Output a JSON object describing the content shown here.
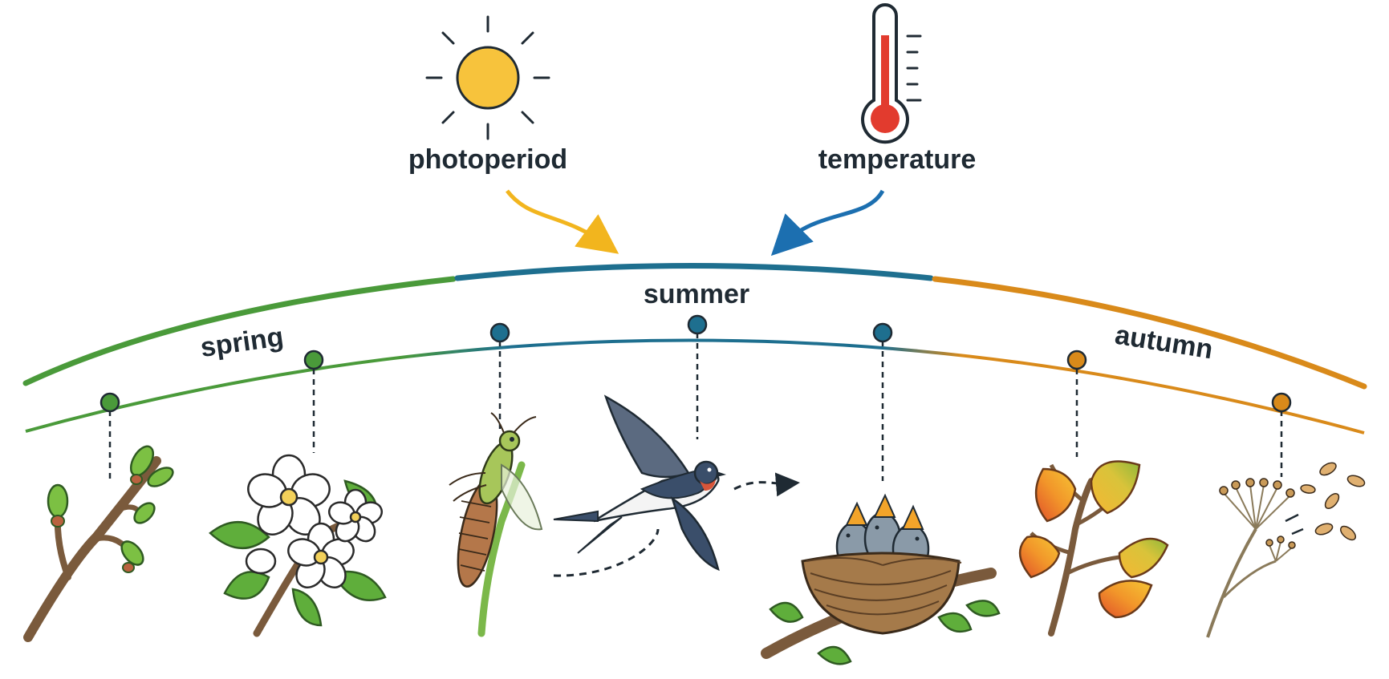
{
  "drivers": {
    "photoperiod": "photoperiod",
    "temperature": "temperature"
  },
  "seasons": {
    "spring": "spring",
    "summer": "summer",
    "autumn": "autumn"
  },
  "colors": {
    "spring": "#4a9a3a",
    "summer": "#1e6f8f",
    "autumn": "#d98a1a",
    "sun": "#f7c33c",
    "thermo_red": "#e23b2e",
    "arrow_photo": "#f2b51e",
    "arrow_temp": "#1c6fb0",
    "ink": "#1f2a33"
  },
  "icons": {
    "sun": "sun-icon",
    "thermometer": "thermometer-icon",
    "budding_branch": "budding-branch-icon",
    "blossom": "blossom-icon",
    "emerging_insect": "emerging-insect-icon",
    "swallow": "swallow-icon",
    "nest": "nest-with-chicks-icon",
    "autumn_leaves": "autumn-leaves-icon",
    "seed_head": "seed-head-icon"
  },
  "events": [
    {
      "id": "bud-burst",
      "season": "spring",
      "icon": "budding-branch-icon"
    },
    {
      "id": "flowering",
      "season": "spring",
      "icon": "blossom-icon"
    },
    {
      "id": "insect-emergence",
      "season": "summer",
      "icon": "emerging-insect-icon"
    },
    {
      "id": "bird-migration",
      "season": "summer",
      "icon": "swallow-icon"
    },
    {
      "id": "nesting",
      "season": "summer",
      "icon": "nest-with-chicks-icon"
    },
    {
      "id": "leaf-coloring",
      "season": "autumn",
      "icon": "autumn-leaves-icon"
    },
    {
      "id": "seed-dispersal",
      "season": "autumn",
      "icon": "seed-head-icon"
    }
  ]
}
